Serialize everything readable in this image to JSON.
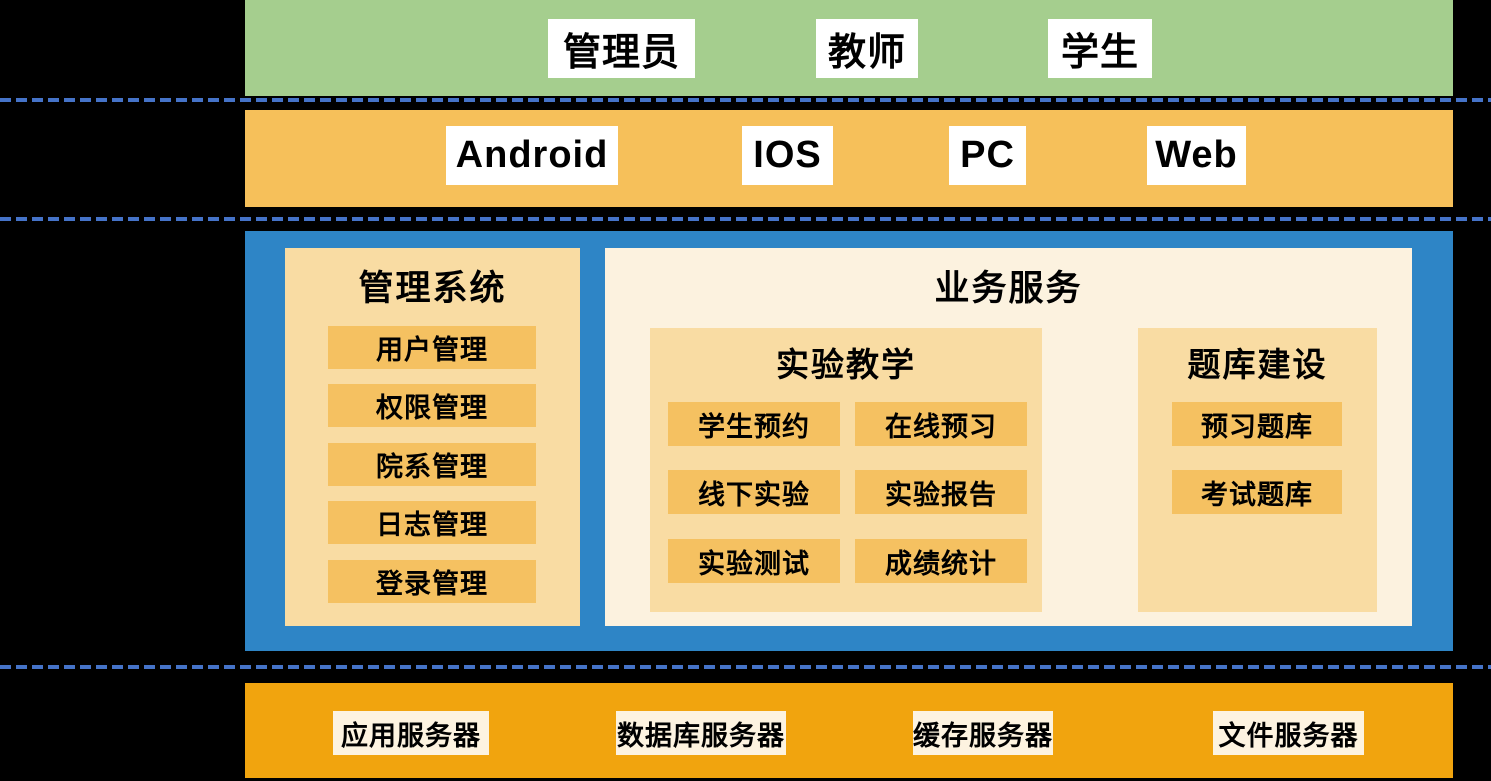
{
  "colors": {
    "background": "#000000",
    "user_band_green": "#A5CE8E",
    "client_band_orange": "#F6C05A",
    "platform_band_blue": "#2E85C6",
    "server_band_orange": "#F1A40E",
    "panel_cream": "#FCF2DF",
    "panel_tan": "#F9DCA3",
    "module_button_orange": "#F5C161",
    "label_white": "#FFFFFF",
    "label_cream": "#FDF3E0",
    "divider_dash_blue": "#4573C8",
    "text": "#000000"
  },
  "user_layer": {
    "items": [
      "管理员",
      "教师",
      "学生"
    ]
  },
  "client_layer": {
    "items": [
      "Android",
      "IOS",
      "PC",
      "Web"
    ]
  },
  "platform_layer": {
    "management": {
      "title": "管理系统",
      "items": [
        "用户管理",
        "权限管理",
        "院系管理",
        "日志管理",
        "登录管理"
      ]
    },
    "business": {
      "title": "业务服务",
      "experiment": {
        "title": "实验教学",
        "items": [
          "学生预约",
          "在线预习",
          "线下实验",
          "实验报告",
          "实验测试",
          "成绩统计"
        ]
      },
      "question_bank": {
        "title": "题库建设",
        "items": [
          "预习题库",
          "考试题库"
        ]
      }
    }
  },
  "server_layer": {
    "items": [
      "应用服务器",
      "数据库服务器",
      "缓存服务器",
      "文件服务器"
    ]
  }
}
